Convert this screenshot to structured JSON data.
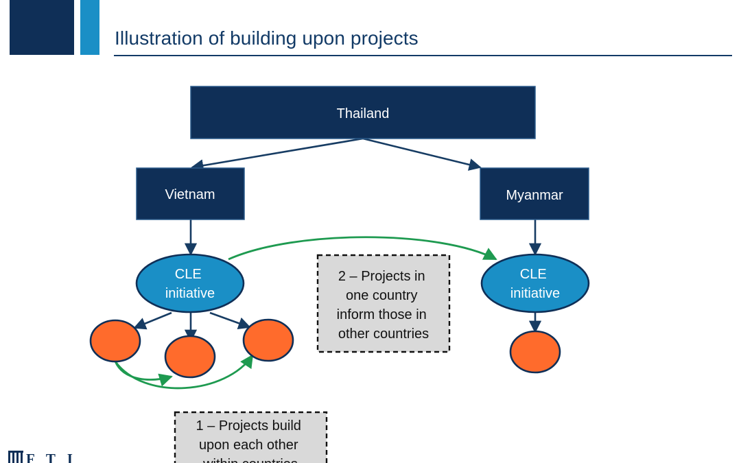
{
  "header": {
    "title": "Illustration of building upon projects"
  },
  "diagram": {
    "thailand": "Thailand",
    "vietnam": "Vietnam",
    "myanmar": "Myanmar",
    "cle_left": [
      "CLE",
      "initiative"
    ],
    "cle_right": [
      "CLE",
      "initiative"
    ],
    "note_2": [
      "2 – Projects in",
      "one country",
      "inform those in",
      "other countries"
    ],
    "note_1": [
      "1 – Projects build",
      "upon each other",
      "within countries"
    ]
  },
  "footer": {
    "logo_text": "F T I"
  },
  "colors": {
    "navy": "#0f2f57",
    "ellipse_blue": "#1a8fc6",
    "project_orange": "#ff6b2c",
    "green_arrow": "#1e9a50",
    "note_fill": "#d9d9d9"
  }
}
